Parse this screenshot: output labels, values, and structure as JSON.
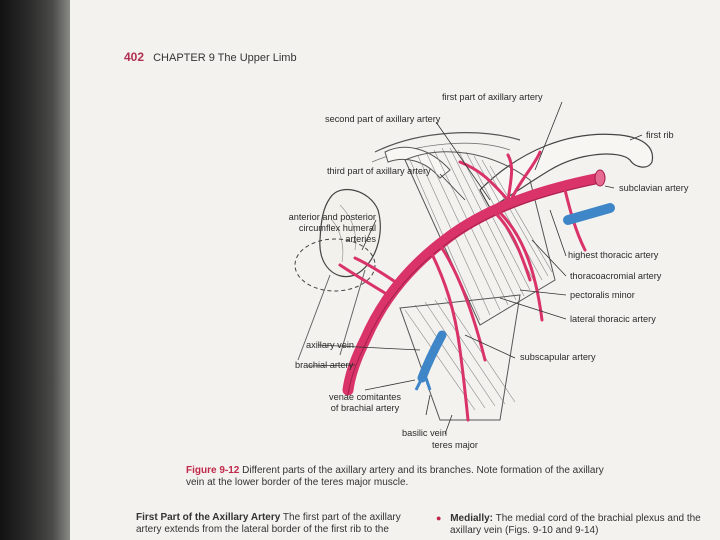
{
  "header": {
    "page_number": "402",
    "chapter": "CHAPTER 9 The Upper Limb"
  },
  "labels": {
    "first_part": "first part of axillary artery",
    "second_part": "second part of axillary artery",
    "first_rib": "first rib",
    "third_part": "third part of axillary artery",
    "subclavian": "subclavian artery",
    "circumflex_1": "anterior and posterior",
    "circumflex_2": "circumflex humeral",
    "circumflex_3": "arteries",
    "highest_thoracic": "highest thoracic artery",
    "thoracoacromial": "thoracoacromial artery",
    "pectoralis_minor": "pectoralis minor",
    "lateral_thoracic": "lateral thoracic artery",
    "axillary_vein": "axillary vein",
    "brachial_artery": "brachial artery",
    "subscapular": "subscapular artery",
    "venae_1": "venae comitantes",
    "venae_2": "of brachial artery",
    "basilic_vein": "basilic vein",
    "teres_major": "teres major"
  },
  "caption": {
    "figure_label": "Figure 9-12",
    "text_line1": "Different parts of the axillary artery and its branches. Note formation of the axillary",
    "text_line2": "vein at the lower border of the teres major muscle."
  },
  "body_left": {
    "heading": "First Part of the Axillary Artery",
    "line1": "The first part of the axillary",
    "line2": "artery extends from the lateral border of the first rib to the"
  },
  "body_right": {
    "bullet": "●",
    "heading": "Medially:",
    "line1": "The medial cord of the brachial plexus and the",
    "line2": "axillary vein (Figs. 9-10 and 9-14)"
  },
  "colors": {
    "artery": "#d9336a",
    "vein": "#3f86c9",
    "accent": "#c0284a"
  }
}
